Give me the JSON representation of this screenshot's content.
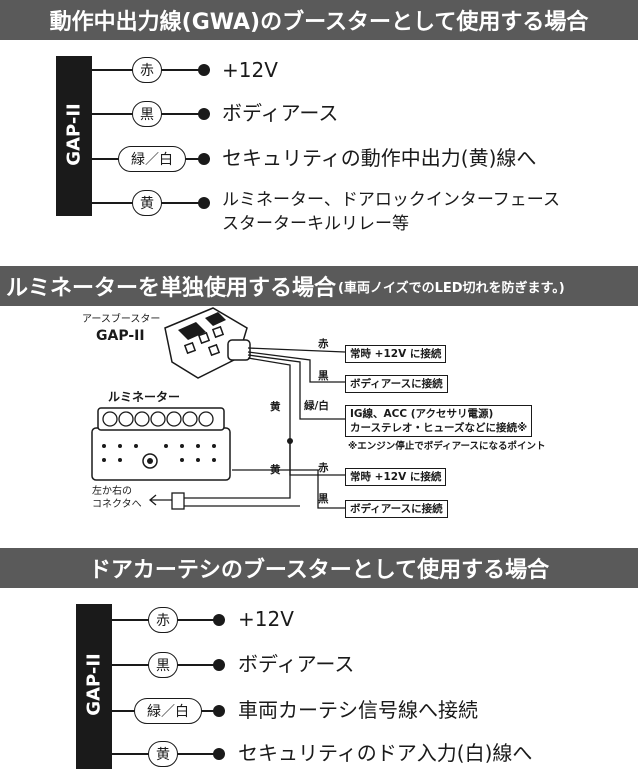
{
  "section1": {
    "title": "動作中出力線(GWA)のブースターとして使用する場合",
    "device": "GAP-II",
    "wires": [
      {
        "color": "赤",
        "label": "+12V"
      },
      {
        "color": "黒",
        "label": "ボディアース"
      },
      {
        "color": "緑／白",
        "label": "セキュリティの動作中出力(黄)線へ"
      },
      {
        "color": "黄",
        "label": "ルミネーター、ドアロックインターフェース",
        "label2": "スターターキルリレー等"
      }
    ]
  },
  "section2": {
    "title": "ルミネーターを単独使用する場合",
    "subtitle": "(車両ノイズでのLED切れを防ぎます。)",
    "booster_caption": "アースブースター",
    "booster_name": "GAP-II",
    "luminator_title": "ルミネーター",
    "left_connector": "左か右の",
    "left_connector2": "コネクタへ",
    "wire_red1": "赤",
    "wire_black1": "黒",
    "wire_yellow1": "黄",
    "wire_greenwhite": "緑/白",
    "wire_yellow2": "黄",
    "wire_red2": "赤",
    "wire_black2": "黒",
    "box_12v_1": "常時 +12V に接続",
    "box_earth_1": "ボディアースに接続",
    "box_ig_line1": "IG線、ACC (アクセサリ電源)",
    "box_ig_line2": "カーステレオ・ヒューズなどに接続※",
    "note": "※エンジン停止でボディアースになるポイント",
    "box_12v_2": "常時 +12V に接続",
    "box_earth_2": "ボディアースに接続"
  },
  "section3": {
    "title": "ドアカーテシのブースターとして使用する場合",
    "device": "GAP-II",
    "wires": [
      {
        "color": "赤",
        "label": "+12V"
      },
      {
        "color": "黒",
        "label": "ボディアース"
      },
      {
        "color": "緑／白",
        "label": "車両カーテシ信号線へ接続"
      },
      {
        "color": "黄",
        "label": "セキュリティのドア入力(白)線へ"
      }
    ]
  }
}
